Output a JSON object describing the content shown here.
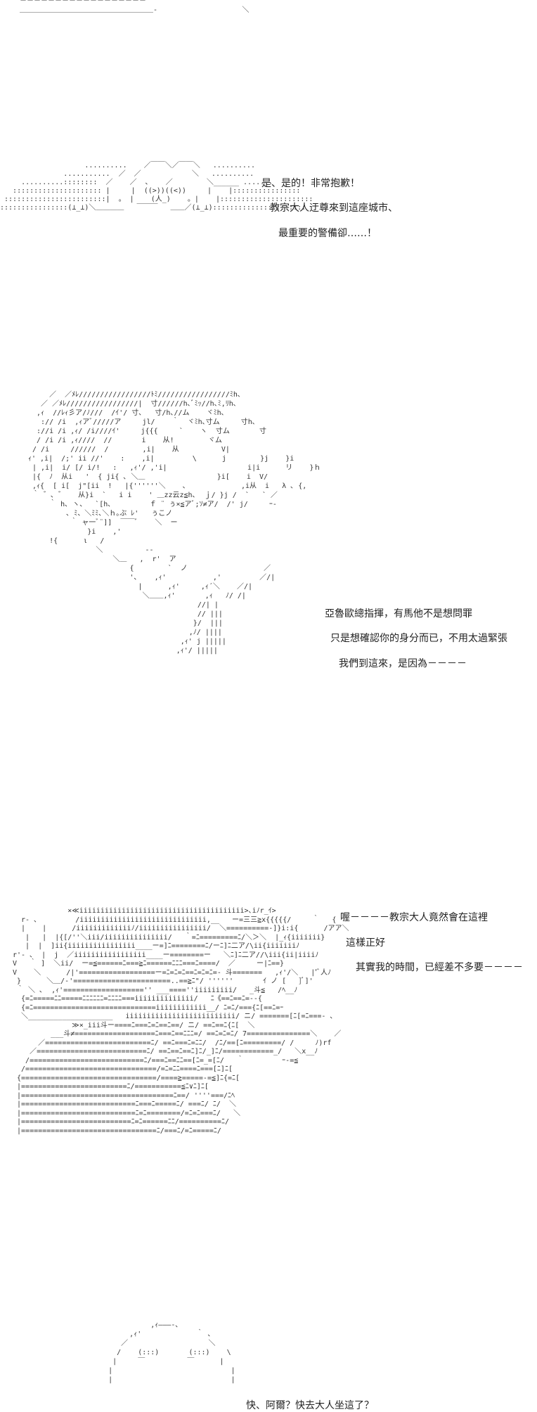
{
  "panels": [
    {
      "id": "top-fragment",
      "lines": []
    },
    {
      "id": "apology",
      "lines": [
        "是、是的！非常抱歉！",
        "教宗大人迂尊來到這座城市、",
        "最重要的警備卻……！"
      ]
    },
    {
      "id": "commander",
      "lines": [
        "亞魯歐總指揮，有馬他不是想問罪",
        "只是想確認你的身分而已，不用太過緊張",
        "我們到這來，是因為－－－－"
      ]
    },
    {
      "id": "arrival",
      "lines": [
        "喔－－－－教宗大人竟然會在這裡",
        "這樣正好",
        "其實我的時間，已經差不多要－－－－"
      ]
    },
    {
      "id": "bottom",
      "lines": [
        "快、阿爾？快去大人坐這了？"
      ]
    }
  ]
}
